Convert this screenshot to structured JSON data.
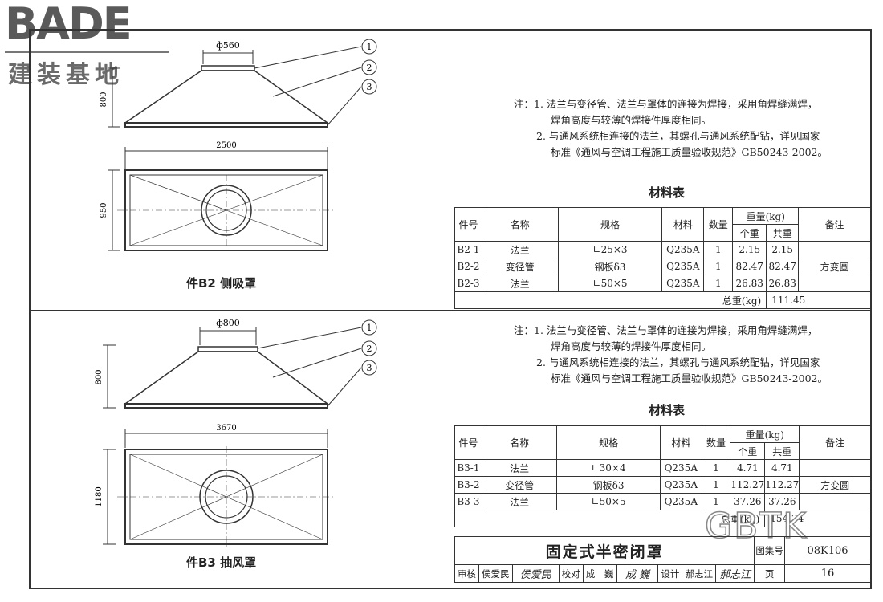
{
  "logo": {
    "brand": "BADE",
    "subtitle": "建装基地"
  },
  "watermark": "GBTK",
  "sections": [
    {
      "id": "b2",
      "phi_label": "ф560",
      "height_dim": "800",
      "width_dim": "2500",
      "depth_dim": "950",
      "callouts": [
        "1",
        "2",
        "3"
      ],
      "part_title": "件B2 侧吸罩",
      "notes": [
        "注：1. 法兰与变径管、法兰与罩体的连接为焊接，采用角焊缝满焊，",
        "焊角高度与较薄的焊接件厚度相同。",
        "2. 与通风系统相连接的法兰，其螺孔与通风系统配钻，详见国家",
        "标准《通风与空调工程施工质量验收规范》GB50243-2002。"
      ],
      "table_title": "材料表",
      "headers": {
        "no": "件号",
        "name": "名称",
        "spec": "规格",
        "material": "材料",
        "qty": "数量",
        "weight": "重量(kg)",
        "unit": "个重",
        "total": "共重",
        "remark": "备注"
      },
      "rows": [
        {
          "no": "B2-1",
          "name": "法兰",
          "spec": "∟25×3",
          "material": "Q235A",
          "qty": "1",
          "unit": "2.15",
          "total": "2.15",
          "remark": ""
        },
        {
          "no": "B2-2",
          "name": "变径管",
          "spec": "钢板δ3",
          "material": "Q235A",
          "qty": "1",
          "unit": "82.47",
          "total": "82.47",
          "remark": "方变圆"
        },
        {
          "no": "B2-3",
          "name": "法兰",
          "spec": "∟50×5",
          "material": "Q235A",
          "qty": "1",
          "unit": "26.83",
          "total": "26.83",
          "remark": ""
        }
      ],
      "total_label": "总重(kg)",
      "total_value": "111.45"
    },
    {
      "id": "b3",
      "phi_label": "ф800",
      "height_dim": "800",
      "width_dim": "3670",
      "depth_dim": "1180",
      "callouts": [
        "1",
        "2",
        "3"
      ],
      "part_title": "件B3 抽风罩",
      "notes": [
        "注：1. 法兰与变径管、法兰与罩体的连接为焊接，采用角焊缝满焊，",
        "焊角高度与较薄的焊接件厚度相同。",
        "2. 与通风系统相连接的法兰，其螺孔与通风系统配钻，详见国家",
        "标准《通风与空调工程施工质量验收规范》GB50243-2002。"
      ],
      "table_title": "材料表",
      "headers": {
        "no": "件号",
        "name": "名称",
        "spec": "规格",
        "material": "材料",
        "qty": "数量",
        "weight": "重量(kg)",
        "unit": "个重",
        "total": "共重",
        "remark": "备注"
      },
      "rows": [
        {
          "no": "B3-1",
          "name": "法兰",
          "spec": "∟30×4",
          "material": "Q235A",
          "qty": "1",
          "unit": "4.71",
          "total": "4.71",
          "remark": ""
        },
        {
          "no": "B3-2",
          "name": "变径管",
          "spec": "钢板δ3",
          "material": "Q235A",
          "qty": "1",
          "unit": "112.27",
          "total": "112.27",
          "remark": "方变圆"
        },
        {
          "no": "B3-3",
          "name": "法兰",
          "spec": "∟50×5",
          "material": "Q235A",
          "qty": "1",
          "unit": "37.26",
          "total": "37.26",
          "remark": ""
        }
      ],
      "total_label": "总重(kg)",
      "total_value": "154.24"
    }
  ],
  "title_block": {
    "drawing_title": "固定式半密闭罩",
    "atlas_label": "图集号",
    "atlas_no": "08K106",
    "review_label": "审核",
    "reviewer": "侯爱民",
    "reviewer_sig": "侯爱民",
    "check_label": "校对",
    "checker": "成　巍",
    "checker_sig": "成 巍",
    "design_label": "设计",
    "designer": "郝志江",
    "designer_sig": "郝志江",
    "page_label": "页",
    "page_no": "16"
  }
}
